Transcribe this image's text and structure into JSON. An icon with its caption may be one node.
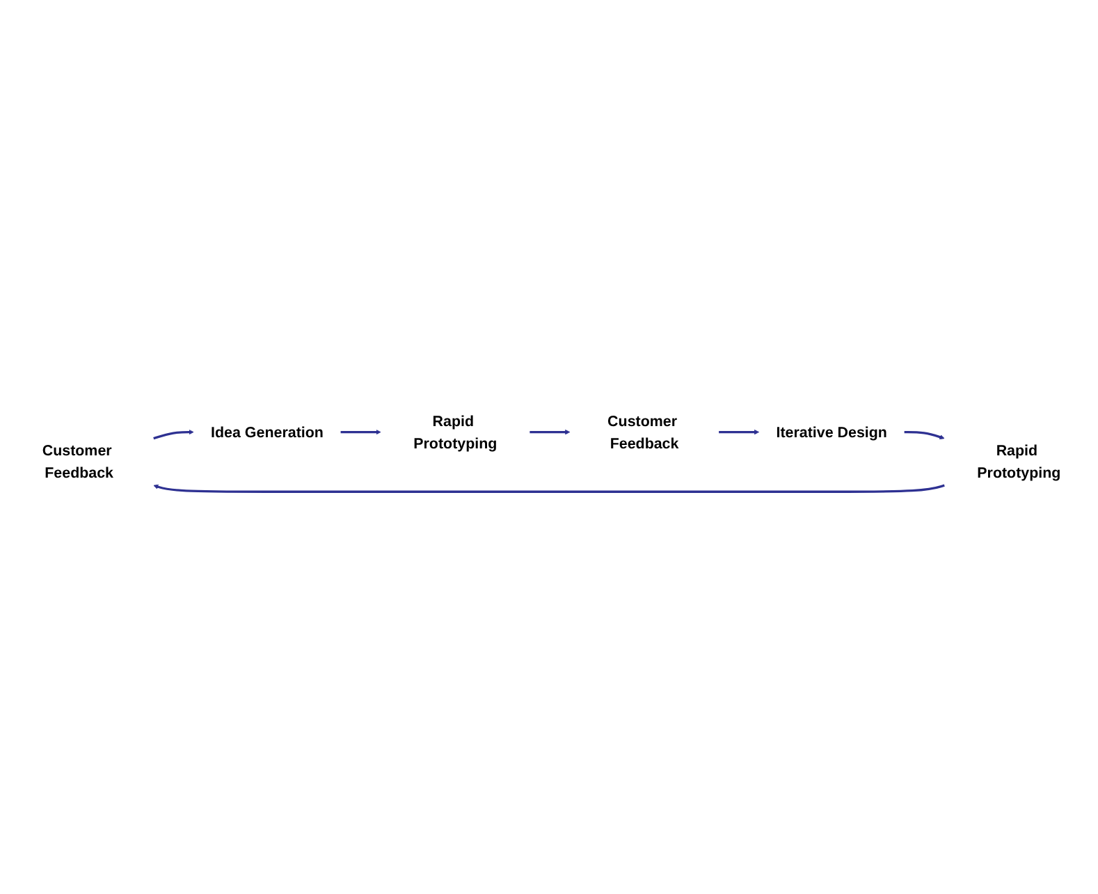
{
  "diagram": {
    "nodes": [
      {
        "text": [
          "Customer Feedback"
        ]
      },
      {
        "text": [
          "Idea Generation"
        ]
      },
      {
        "text": [
          "Rapid Prototyping"
        ]
      },
      {
        "text": [
          "Rapid Prototyping"
        ]
      },
      {
        "text": [
          "Iterative Design"
        ]
      },
      {
        "text": [
          "Customer Feedback"
        ]
      }
    ],
    "edges": [
      {
        "from": 0,
        "to": 1,
        "arrow": "to"
      },
      {
        "from": 1,
        "to": 3,
        "arrow": "to"
      },
      {
        "from": 3,
        "to": 5,
        "arrow": "to"
      },
      {
        "from": 5,
        "to": 4,
        "arrow": "to"
      },
      {
        "from": 4,
        "to": 2,
        "arrow": "to"
      },
      {
        "from": 2,
        "to": 0,
        "arrow": "to"
      }
    ]
  }
}
